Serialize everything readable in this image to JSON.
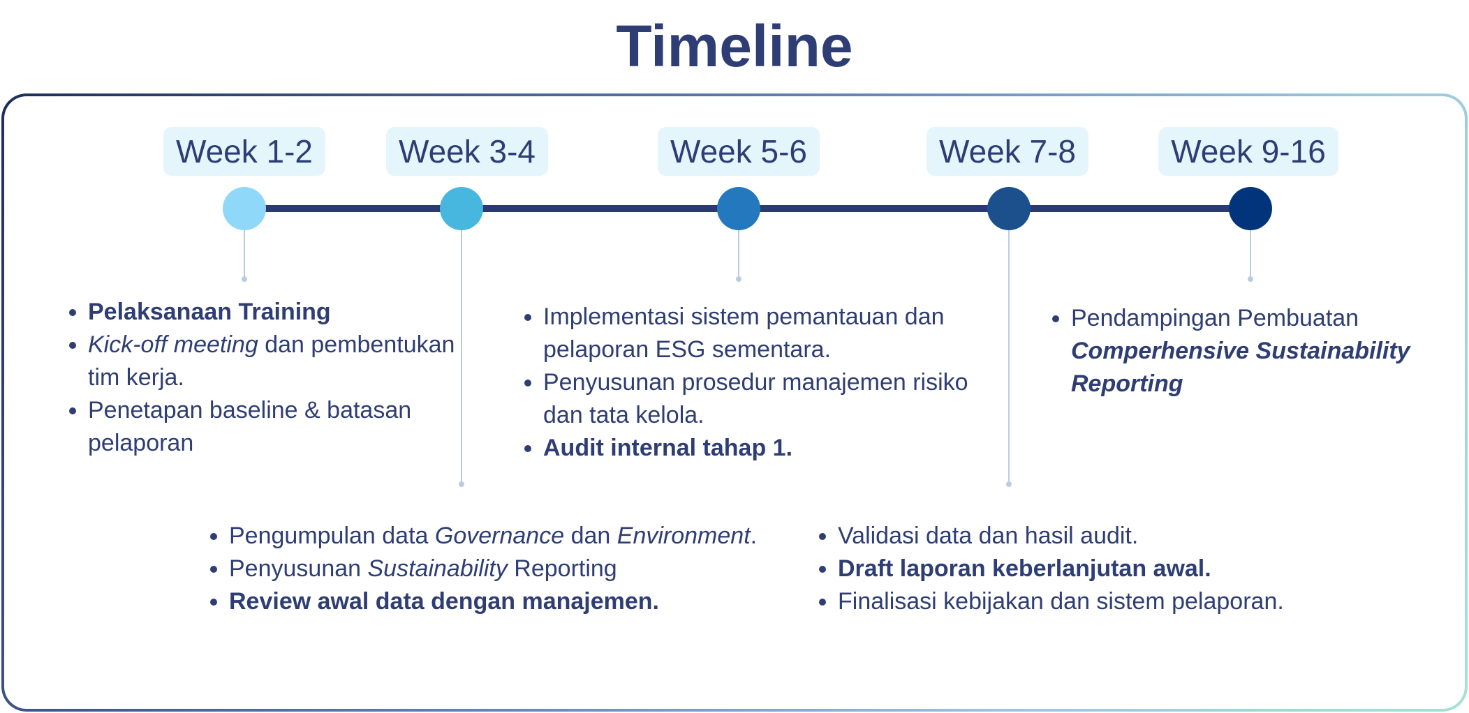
{
  "title": "Timeline",
  "colors": {
    "title": "#2e3d73",
    "axis": "#2a3a72",
    "label_bg": "#e4f5fc",
    "node_1": "#8fd8fa",
    "node_2": "#47b7e0",
    "node_3": "#2478bd",
    "node_4": "#1b508c",
    "node_5": "#02347b"
  },
  "weeks": [
    {
      "label": "Week 1-2",
      "items": [
        {
          "parts": [
            {
              "text": "Pelaksanaan Training",
              "style": "bold"
            }
          ]
        },
        {
          "parts": [
            {
              "text": "Kick-off meeting",
              "style": "italic"
            },
            {
              "text": " dan pembentukan tim kerja."
            }
          ]
        },
        {
          "parts": [
            {
              "text": "Penetapan baseline & batasan pelaporan"
            }
          ]
        }
      ]
    },
    {
      "label": "Week 3-4",
      "items": [
        {
          "parts": [
            {
              "text": "Pengumpulan data "
            },
            {
              "text": "Governance",
              "style": "italic"
            },
            {
              "text": " dan "
            },
            {
              "text": "Environment",
              "style": "italic"
            },
            {
              "text": "."
            }
          ]
        },
        {
          "parts": [
            {
              "text": "Penyusunan "
            },
            {
              "text": "Sustainability",
              "style": "italic"
            },
            {
              "text": " Reporting"
            }
          ]
        },
        {
          "parts": [
            {
              "text": "Review awal data dengan manajemen.",
              "style": "bold"
            }
          ]
        }
      ]
    },
    {
      "label": "Week 5-6",
      "items": [
        {
          "parts": [
            {
              "text": "Implementasi sistem pemantauan dan pelaporan ESG sementara."
            }
          ]
        },
        {
          "parts": [
            {
              "text": "Penyusunan prosedur manajemen risiko dan tata kelola."
            }
          ]
        },
        {
          "parts": [
            {
              "text": "Audit internal tahap 1.",
              "style": "bold"
            }
          ]
        }
      ]
    },
    {
      "label": "Week 7-8",
      "items": [
        {
          "parts": [
            {
              "text": "Validasi data dan hasil audit."
            }
          ]
        },
        {
          "parts": [
            {
              "text": "Draft laporan keberlanjutan awal.",
              "style": "bold"
            }
          ]
        },
        {
          "parts": [
            {
              "text": "Finalisasi kebijakan dan sistem pelaporan."
            }
          ]
        }
      ]
    },
    {
      "label": "Week 9-16",
      "items": [
        {
          "parts": [
            {
              "text": "Pendampingan Pembuatan "
            },
            {
              "text": "Comperhensive Sustainability Reporting",
              "style": "bold-italic"
            }
          ]
        }
      ]
    }
  ]
}
